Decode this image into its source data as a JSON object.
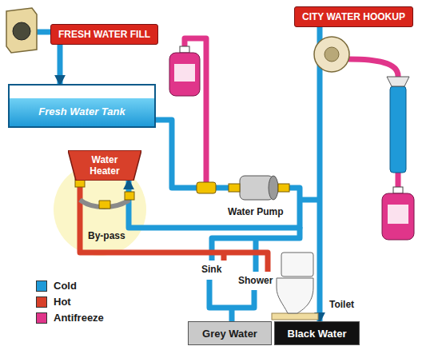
{
  "diagram": {
    "nodes": [
      {
        "text": [
          "FRESH WATER FILL"
        ]
      },
      {
        "text": [
          "CITY WATER HOOKUP"
        ]
      },
      {
        "text": [
          "Fresh Water Tank"
        ]
      },
      {
        "text": [
          "Water Heater"
        ]
      },
      {
        "text": [
          "Grey Water"
        ]
      },
      {
        "text": [
          "Black Water"
        ]
      }
    ],
    "edges": [
      {
        "from": 0,
        "to": 2,
        "arrow": "to"
      },
      {
        "from": 2,
        "to": 3,
        "arrow": "to"
      },
      {
        "from": 1,
        "to": 5,
        "arrow": "to"
      }
    ],
    "labels": [
      "By-pass",
      "Water Pump",
      "Sink",
      "Shower",
      "Toilet"
    ],
    "legend": [
      {
        "text": "Cold",
        "color": "#1f9ad8"
      },
      {
        "text": "Hot",
        "color": "#d8402a"
      },
      {
        "text": "Antifreeze",
        "color": "#e0358a"
      }
    ]
  }
}
